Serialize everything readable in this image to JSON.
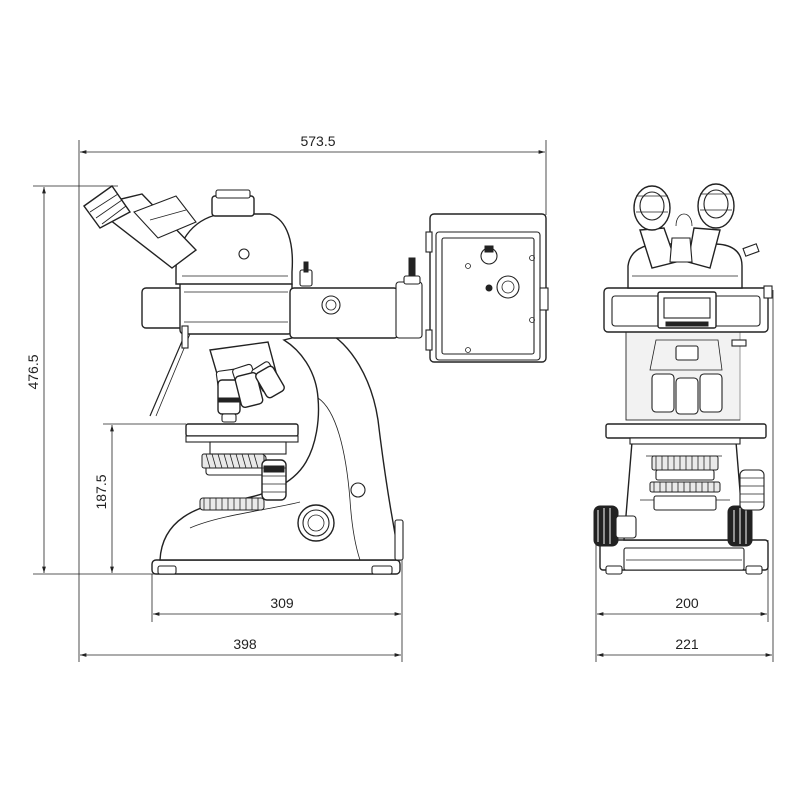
{
  "dimensions": {
    "overall_width": "573.5",
    "total_height": "476.5",
    "stage_height": "187.5",
    "base_depth": "309",
    "side_depth": "398",
    "front_base_width": "200",
    "front_total_width": "221"
  },
  "colors": {
    "line": "#222222",
    "background": "#ffffff"
  },
  "icons": {
    "side_view": "microscope-side-view",
    "front_view": "microscope-front-view"
  }
}
